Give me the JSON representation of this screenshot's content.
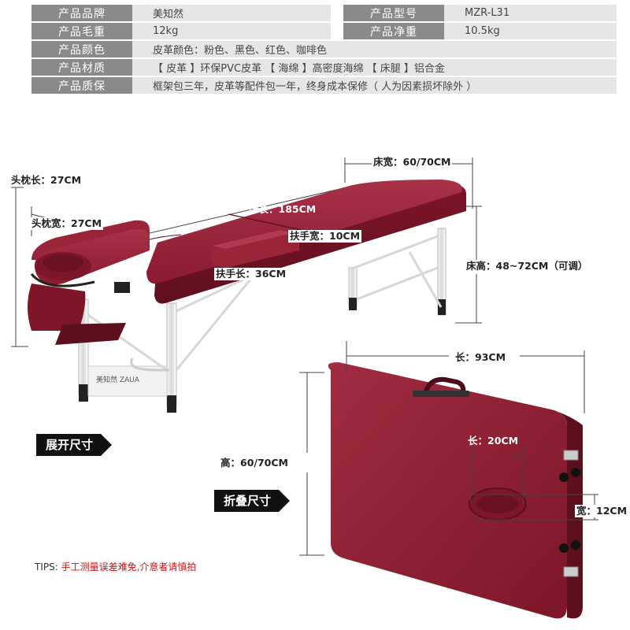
{
  "specs": [
    {
      "label": "产品品牌",
      "value": "美知然",
      "label2": "产品型号",
      "value2": "MZR-L31"
    },
    {
      "label": "产品毛重",
      "value": "12kg",
      "label2": "产品净重",
      "value2": "10.5kg"
    },
    {
      "label": "产品颜色",
      "value": "皮革颜色：粉色、黑色、红色、咖啡色"
    },
    {
      "label": "产品材质",
      "value": "【 皮革 】环保PVC皮革 【 海绵 】高密度海绵 【 床腿 】铝合金"
    },
    {
      "label": "产品质保",
      "value": "框架包三年，皮革等配件包一年，终身成本保修（ 人为因素损坏除外 ）"
    }
  ],
  "dimensions": {
    "headrest_length": "头枕长：27CM",
    "headrest_width": "头枕宽：27CM",
    "bed_width": "床宽：60/70CM",
    "bed_length": "床长：185CM",
    "armrest_width": "扶手宽：10CM",
    "armrest_length": "扶手长：36CM",
    "bed_height": "床高：48~72CM（可调）",
    "folded_length": "长：93CM",
    "folded_height": "高：60/70CM",
    "hole_length": "长：20CM",
    "hole_width": "宽：12CM"
  },
  "badges": {
    "unfolded": "展开尺寸",
    "folded": "折叠尺寸"
  },
  "tips": {
    "label": "TIPS: ",
    "note": "手工测量误差难免,介意者请慎拍"
  },
  "leg_logo": "美知然 ZAUA",
  "colors": {
    "leather": "#8b1a2e",
    "leather_dark": "#5e0f1e",
    "leather_light": "#a83248",
    "table_label_bg": "#8a8a8a",
    "table_value_bg": "#e6e6e6",
    "tips_red": "#d01010"
  }
}
